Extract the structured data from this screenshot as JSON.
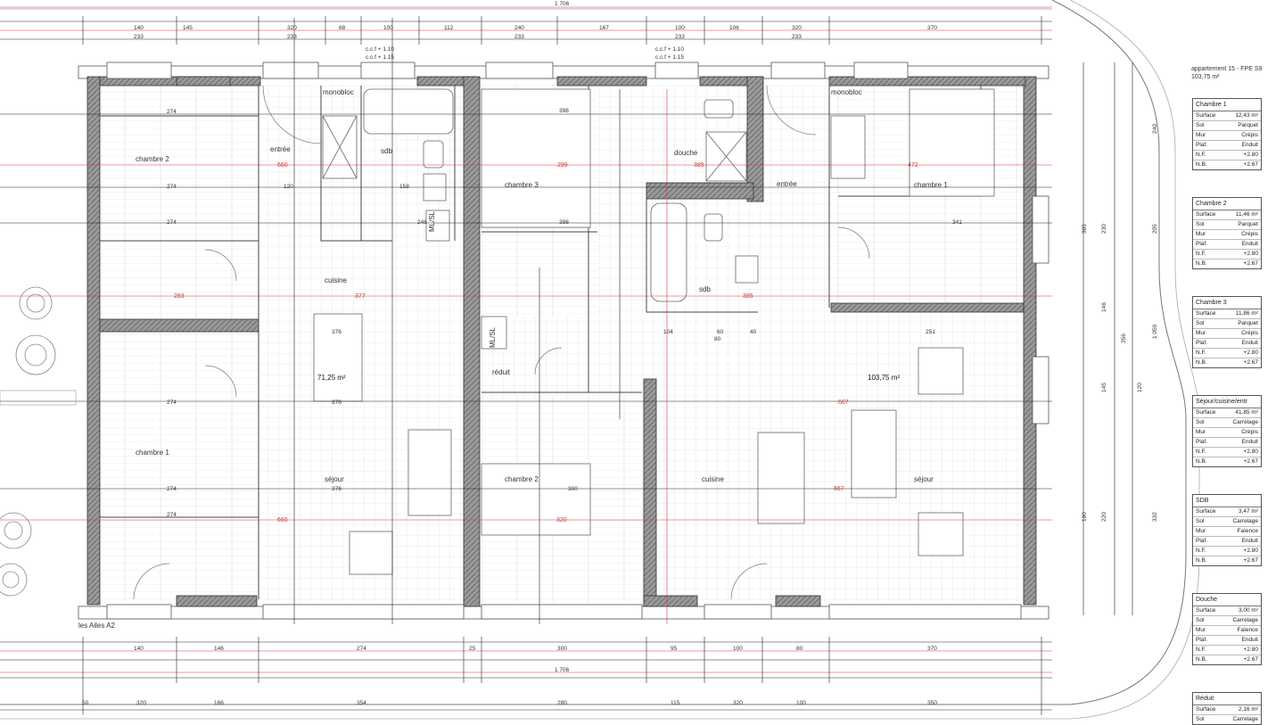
{
  "header": {
    "title": "appartement 15 - FPE S9",
    "surface": "103,75 m²"
  },
  "plan": {
    "caption": "les Ailes A2",
    "total_top": "1 706",
    "total_bottom": "1 706",
    "area_left": "71,25 m²",
    "area_right": "103,75 m²"
  },
  "rooms": [
    {
      "key": "r1",
      "label": "chambre 2"
    },
    {
      "key": "r2",
      "label": "chambre 1"
    },
    {
      "key": "r3",
      "label": "entrée"
    },
    {
      "key": "r4",
      "label": "sdb"
    },
    {
      "key": "r5",
      "label": "cuisine"
    },
    {
      "key": "r6",
      "label": "séjour"
    },
    {
      "key": "r7",
      "label": "chambre 3"
    },
    {
      "key": "r8",
      "label": "chambre 2"
    },
    {
      "key": "r9",
      "label": "réduit"
    },
    {
      "key": "r10",
      "label": "douche"
    },
    {
      "key": "r11",
      "label": "sdb"
    },
    {
      "key": "r12",
      "label": "entrée"
    },
    {
      "key": "r13",
      "label": "chambre 1"
    },
    {
      "key": "r14",
      "label": "cuisine"
    },
    {
      "key": "r15",
      "label": "séjour"
    },
    {
      "key": "r16",
      "label": "monobloc"
    },
    {
      "key": "r17",
      "label": "monobloc"
    },
    {
      "key": "r18",
      "label": "ML/SL"
    },
    {
      "key": "r19",
      "label": "ML/SL"
    }
  ],
  "dims_top": [
    "140",
    "145",
    "320",
    "68",
    "100",
    "112",
    "240",
    "167",
    "100",
    "106",
    "320",
    "370"
  ],
  "dims_top2": [
    "233",
    "233",
    "233",
    "233",
    "233"
  ],
  "dims_bottom": [
    "140",
    "146",
    "274",
    "25",
    "300",
    "95",
    "100",
    "80",
    "370"
  ],
  "dims_bottom2": [
    "50",
    "320",
    "166",
    "354",
    "280",
    "115",
    "320",
    "100",
    "350"
  ],
  "red_dims": [
    "660",
    "299",
    "472",
    "283",
    "377",
    "660",
    "320",
    "667",
    "667",
    "385",
    "385"
  ],
  "black_dims": [
    "274",
    "274",
    "274",
    "274",
    "274",
    "274",
    "120",
    "158",
    "246",
    "376",
    "376",
    "376",
    "398",
    "398",
    "341",
    "251",
    "300",
    "104",
    "60",
    "80",
    "40"
  ],
  "cctf": [
    "c.c.f + 1.10",
    "c.c.f + 1.15",
    "c.c.f + 1.10",
    "c.c.f + 1.15"
  ],
  "right_dims": [
    "240",
    "205",
    "356",
    "146",
    "1 050",
    "120",
    "145",
    "332",
    "365",
    "190",
    "220",
    "230"
  ],
  "cards": [
    {
      "title": "Chambre 1",
      "rows": [
        [
          "Surface",
          "12,43 m²"
        ],
        [
          "Sol",
          "Parquet"
        ],
        [
          "Mur",
          "Crépis"
        ],
        [
          "Plaf.",
          "Enduit"
        ],
        [
          "N.F.",
          "+2.80"
        ],
        [
          "N.B.",
          "+2.67"
        ]
      ]
    },
    {
      "title": "Chambre 2",
      "rows": [
        [
          "Surface",
          "11,46 m²"
        ],
        [
          "Sol",
          "Parquet"
        ],
        [
          "Mur",
          "Crépis"
        ],
        [
          "Plaf.",
          "Enduit"
        ],
        [
          "N.F.",
          "+2.80"
        ],
        [
          "N.B.",
          "+2.67"
        ]
      ]
    },
    {
      "title": "Chambre 3",
      "rows": [
        [
          "Surface",
          "11,86 m²"
        ],
        [
          "Sol",
          "Parquet"
        ],
        [
          "Mur",
          "Crépis"
        ],
        [
          "Plaf.",
          "Enduit"
        ],
        [
          "N.F.",
          "+2.80"
        ],
        [
          "N.B.",
          "+2.67"
        ]
      ]
    },
    {
      "title": "Séjour/cuisine/entr",
      "rows": [
        [
          "Surface",
          "41,85 m²"
        ],
        [
          "Sol",
          "Carrelage"
        ],
        [
          "Mur",
          "Crépis"
        ],
        [
          "Plaf.",
          "Enduit"
        ],
        [
          "N.F.",
          "+2.80"
        ],
        [
          "N.B.",
          "+2.67"
        ]
      ]
    },
    {
      "title": "SDB",
      "rows": [
        [
          "Surface",
          "3,47 m²"
        ],
        [
          "Sol",
          "Carrelage"
        ],
        [
          "Mur",
          "Faïence"
        ],
        [
          "Plaf.",
          "Enduit"
        ],
        [
          "N.F.",
          "+2.80"
        ],
        [
          "N.B.",
          "+2.67"
        ]
      ]
    },
    {
      "title": "Douche",
      "rows": [
        [
          "Surface",
          "3,00 m²"
        ],
        [
          "Sol",
          "Carrelage"
        ],
        [
          "Mur",
          "Faïence"
        ],
        [
          "Plaf.",
          "Enduit"
        ],
        [
          "N.F.",
          "+2.80"
        ],
        [
          "N.B.",
          "+2.67"
        ]
      ]
    },
    {
      "title": "Réduit",
      "rows": [
        [
          "Surface",
          "2,16 m²"
        ],
        [
          "Sol",
          "Carrelage"
        ]
      ]
    }
  ]
}
